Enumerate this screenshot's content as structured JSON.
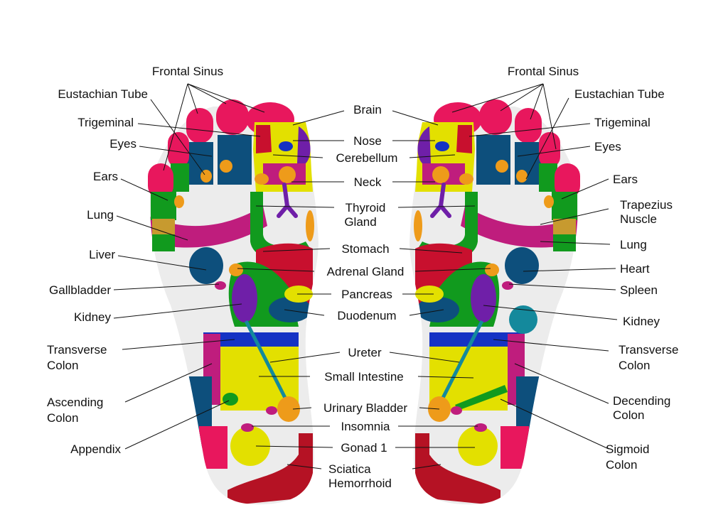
{
  "colors": {
    "sole": "#ececec",
    "pink": "#e8175d",
    "green": "#119a1e",
    "navy": "#0d4f7c",
    "yellow": "#e3e000",
    "red": "#c8102e",
    "magenta": "#bf1d7d",
    "purple": "#6f1fa8",
    "orange": "#ee9b1a",
    "blue": "#1532c4",
    "teal": "#14899c",
    "khaki": "#c79a2f",
    "darkred": "#b51224"
  },
  "labels": {
    "frontal_sinus_left": "Frontal Sinus",
    "frontal_sinus_right": "Frontal Sinus",
    "eustachian_left": "Eustachian Tube",
    "eustachian_right": "Eustachian Tube",
    "trigeminal_left": "Trigeminal",
    "trigeminal_right": "Trigeminal",
    "eyes_left": "Eyes",
    "eyes_right": "Eyes",
    "ears_left": "Ears",
    "ears_right": "Ears",
    "lung_left": "Lung",
    "lung_right": "Lung",
    "liver": "Liver",
    "heart": "Heart",
    "gallbladder": "Gallbladder",
    "spleen": "Spleen",
    "kidney_left": "Kidney",
    "kidney_right": "Kidney",
    "transverse_left_1": "Transverse",
    "transverse_left_2": "Colon",
    "transverse_right_1": "Transverse",
    "transverse_right_2": "Colon",
    "ascending_1": "Ascending",
    "ascending_2": "Colon",
    "decending_1": "Decending",
    "decending_2": "Colon",
    "appendix": "Appendix",
    "sigmoid_1": "Sigmoid",
    "sigmoid_2": "Colon",
    "trapezius_1": "Trapezius",
    "trapezius_2": "Nuscle",
    "brain": "Brain",
    "nose": "Nose",
    "cerebellum": "Cerebellum",
    "neck": "Neck",
    "thyroid_1": "Thyroid",
    "thyroid_2": "Gland",
    "stomach": "Stomach",
    "adrenal": "Adrenal Gland",
    "pancreas": "Pancreas",
    "duodenum": "Duodenum",
    "ureter": "Ureter",
    "small_intestine": "Small Intestine",
    "urinary_bladder": "Urinary Bladder",
    "insomnia": "Insomnia",
    "gonad": "Gonad 1",
    "sciatica": "Sciatica",
    "hemorrhoid": "Hemorrhoid"
  }
}
